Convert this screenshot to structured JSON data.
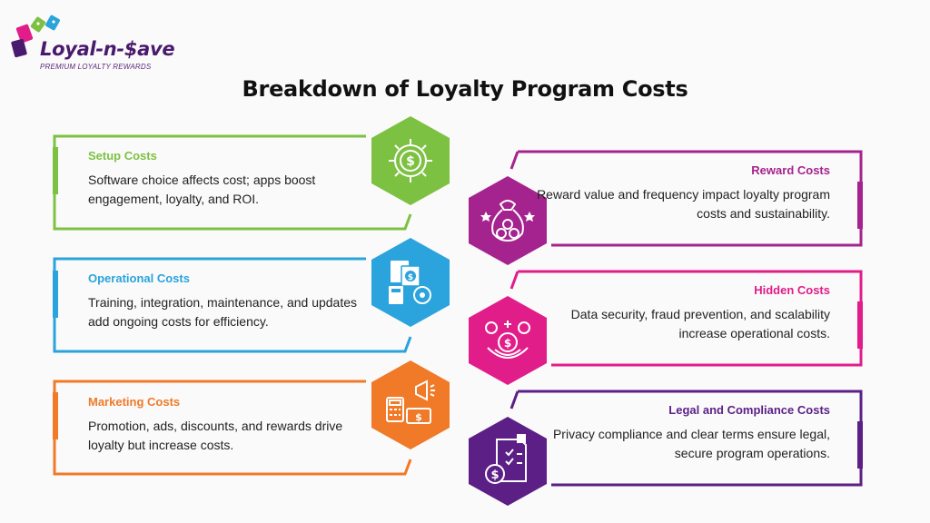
{
  "brand": {
    "name": "Loyal-n-$ave",
    "tagline": "PREMIUM LOYALTY REWARDS",
    "colors": {
      "purple": "#4a1a6e",
      "green": "#1fa84a",
      "blue": "#2aa7e0",
      "pink": "#d6145c"
    }
  },
  "title": "Breakdown of Loyalty Program Costs",
  "cards": [
    {
      "side": "left",
      "heading": "Setup Costs",
      "body": "Software choice affects cost; apps boost engagement, loyalty, and ROI.",
      "icon": "gear-dollar-icon",
      "color": "#7dc142"
    },
    {
      "side": "right",
      "heading": "Reward Costs",
      "body": "Reward value and frequency impact loyalty program costs and sustainability.",
      "icon": "money-bag-icon",
      "color": "#a5238e"
    },
    {
      "side": "left",
      "heading": "Operational Costs",
      "body": "Training, integration, maintenance, and updates add ongoing costs for efficiency.",
      "icon": "calculator-gear-icon",
      "color": "#2ba3dc"
    },
    {
      "side": "right",
      "heading": "Hidden Costs",
      "body": "Data security, fraud prevention, and scalability increase operational costs.",
      "icon": "eye-money-icon",
      "color": "#e11d8a"
    },
    {
      "side": "left",
      "heading": "Marketing Costs",
      "body": "Promotion, ads, discounts, and rewards drive loyalty but increase costs.",
      "icon": "megaphone-price-icon",
      "color": "#f07a28"
    },
    {
      "side": "right",
      "heading": "Legal and Compliance Costs",
      "body": "Privacy compliance and clear terms ensure legal, secure program operations.",
      "icon": "document-check-icon",
      "color": "#5b1f86"
    }
  ]
}
